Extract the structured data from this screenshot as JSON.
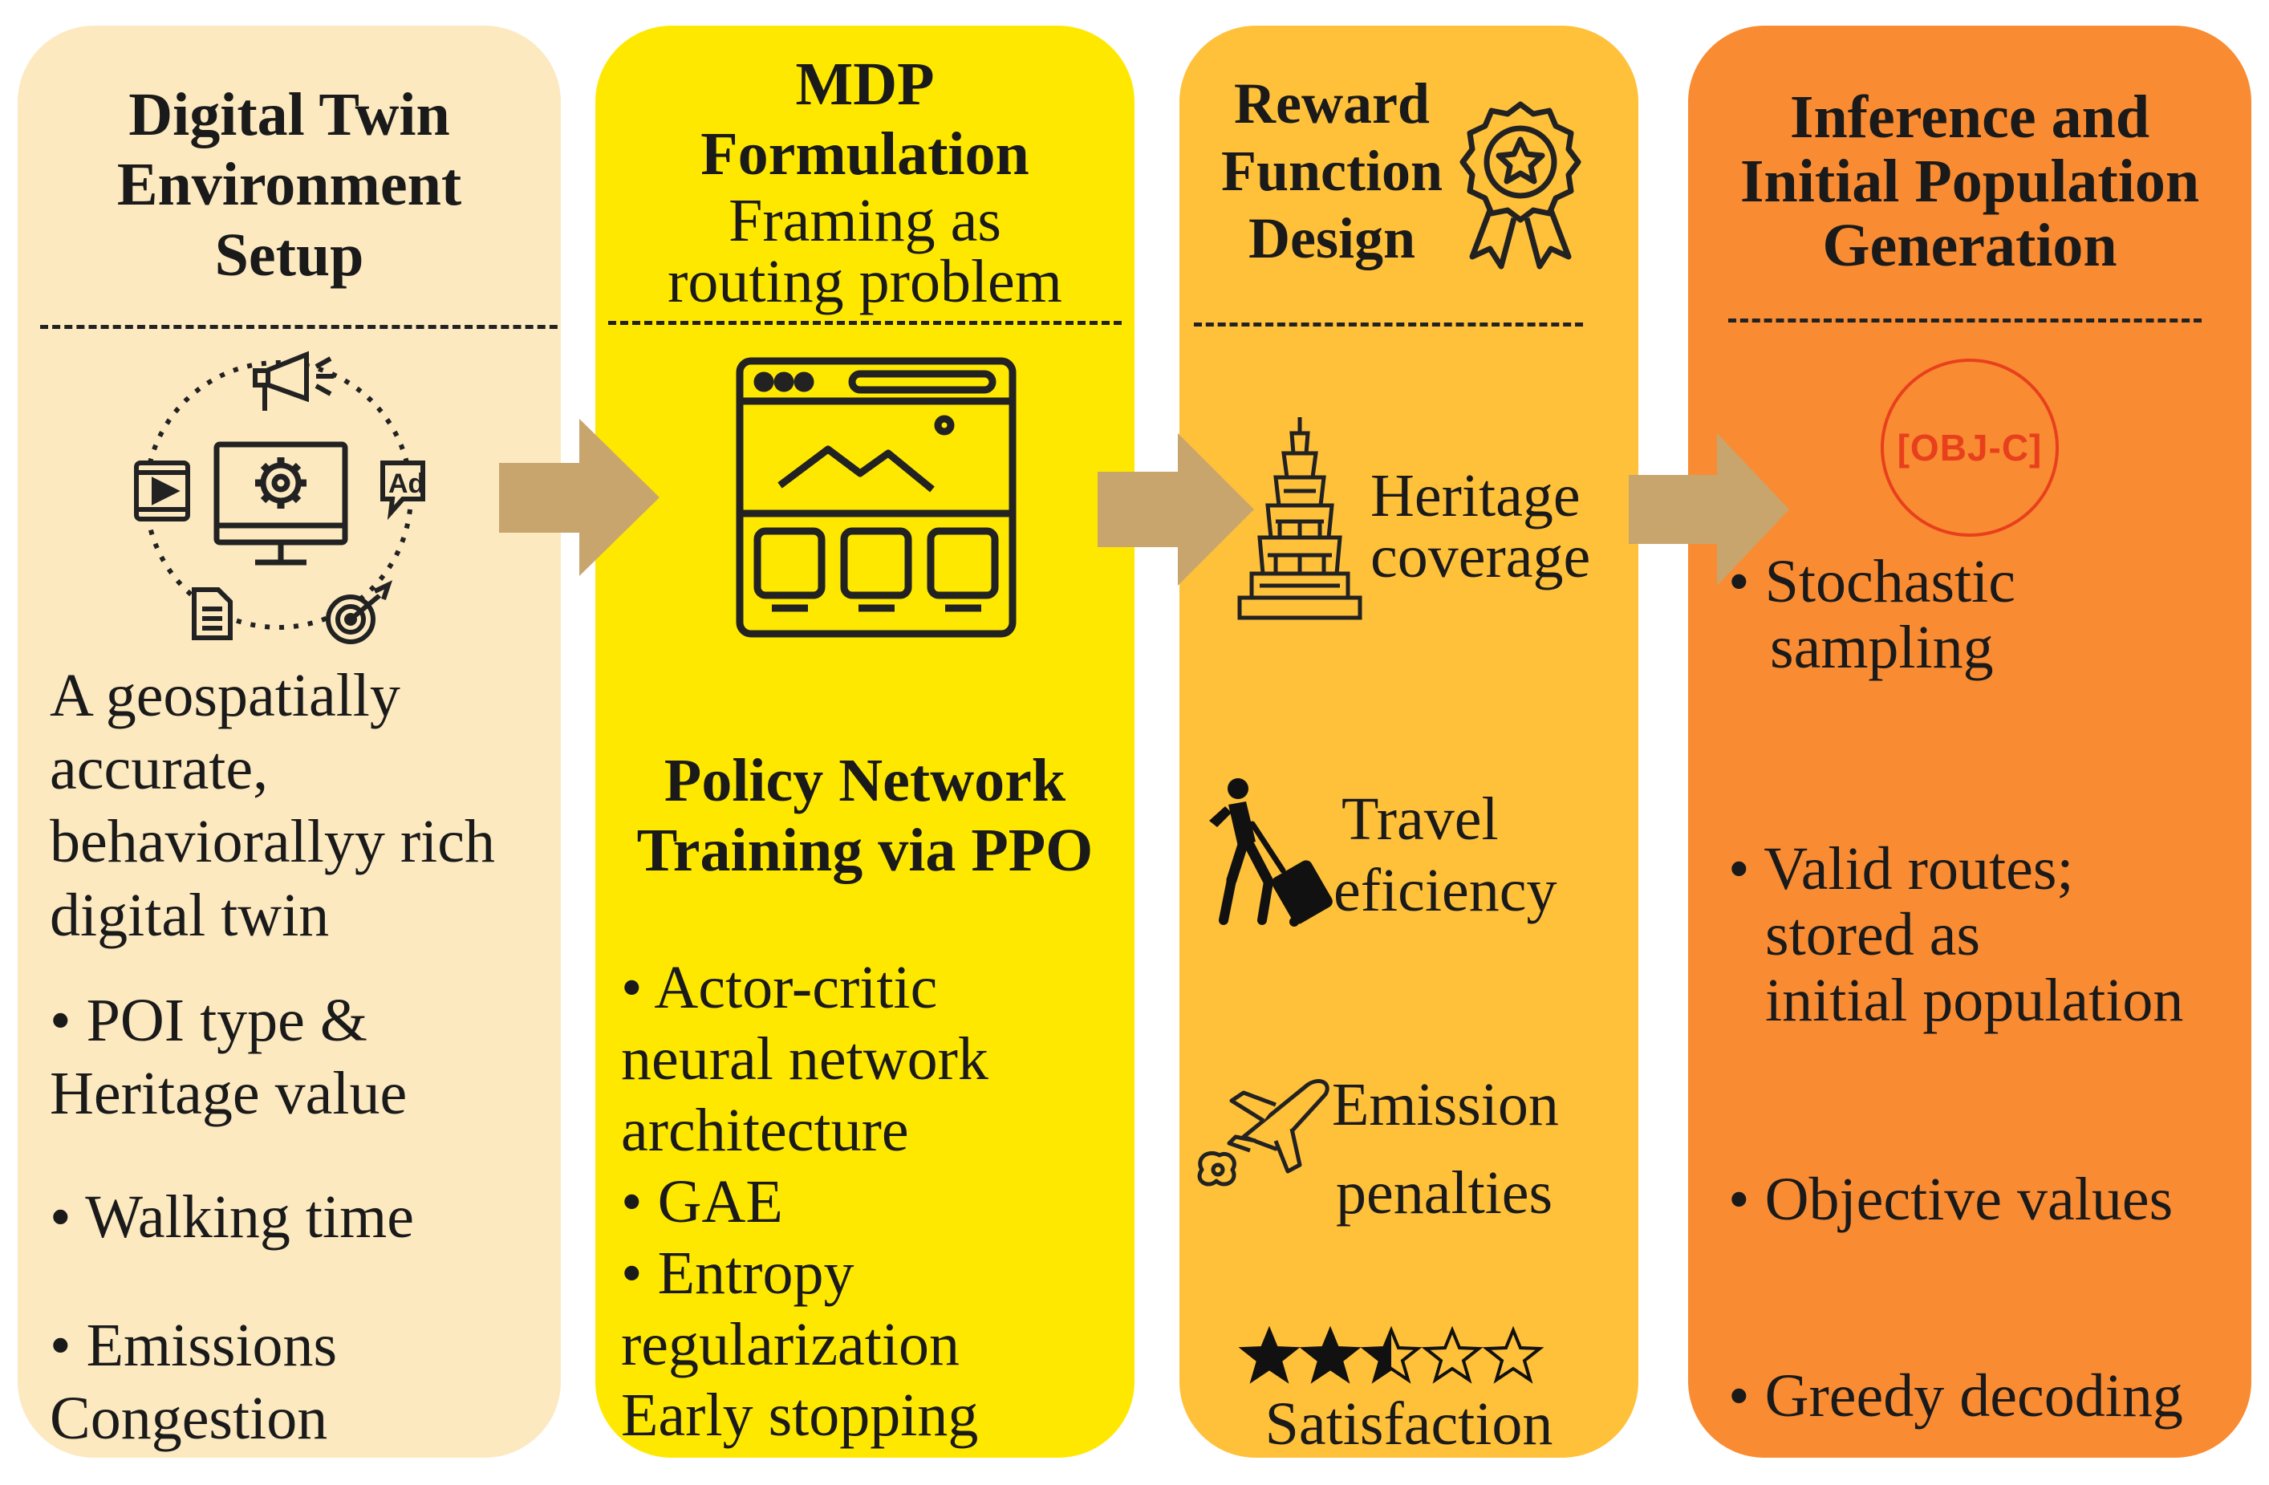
{
  "panel1": {
    "title": [
      "Digital Twin",
      "Environment",
      "Setup"
    ],
    "description": [
      "A geospatially",
      "accurate,",
      "behaviorallyy rich",
      "digital twin"
    ],
    "bullets": [
      [
        "• POI type &",
        "Heritage value"
      ],
      [
        "• Walking time"
      ],
      [
        "• Emissions",
        "Congestion"
      ]
    ],
    "icons": [
      "megaphone-icon",
      "video-icon",
      "monitor-gear-icon",
      "ad-icon",
      "document-icon",
      "target-icon"
    ]
  },
  "panel2": {
    "title": [
      "MDP",
      "Formulation"
    ],
    "subtitle": [
      "Framing as",
      "routing problem"
    ],
    "section_title": [
      "Policy Network",
      "Training via PPO"
    ],
    "bullets": [
      "• Actor-critic",
      "neural network",
      "architecture",
      "• GAE",
      "• Entropy",
      "regularization",
      "Early stopping"
    ],
    "icons": [
      "browser-window-icon"
    ]
  },
  "panel3": {
    "title": [
      "Reward",
      "Function",
      "Design"
    ],
    "items": [
      {
        "icon": "temple-icon",
        "label": [
          "Heritage",
          "coverage"
        ]
      },
      {
        "icon": "traveler-icon",
        "label": [
          "Travel",
          "eficiency"
        ]
      },
      {
        "icon": "airplane-emission-icon",
        "label": [
          "Emission",
          "penalties"
        ]
      },
      {
        "icon": "star-rating-icon",
        "label": [
          "Satisfaction"
        ]
      }
    ],
    "rating": {
      "value": 2.5,
      "max": 5
    },
    "icons": [
      "award-badge-icon"
    ]
  },
  "panel4": {
    "title": [
      "Inference and",
      "Initial Population",
      "Generation"
    ],
    "badge": "[OBJ-C]",
    "bullets": [
      [
        "• Stochastic",
        "sampling"
      ],
      [
        "• Valid routes;",
        "stored as",
        "initial population"
      ],
      [
        "• Objective values"
      ],
      [
        "• Greedy decoding"
      ]
    ]
  },
  "colors": {
    "panel1": "#fce9c0",
    "panel2": "#ffe800",
    "panel3": "#ffc03a",
    "panel4": "#f98b32",
    "arrow": "#c9a56e",
    "badge": "#e8401c"
  }
}
